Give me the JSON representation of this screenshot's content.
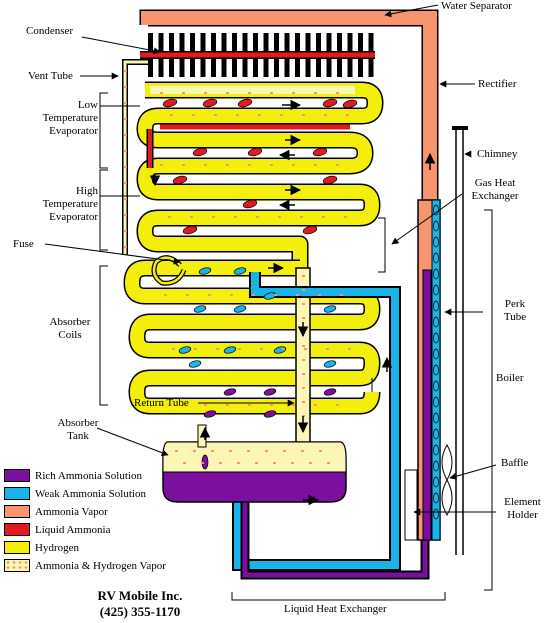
{
  "labels": {
    "water_separator": "Water Separator",
    "condenser": "Condenser",
    "vent_tube": "Vent Tube",
    "rectifier": "Rectifier",
    "low_temp_evap": [
      "Low",
      "Temperature",
      "Evaporator"
    ],
    "chimney": "Chimney",
    "gas_heat_exchanger": [
      "Gas Heat",
      "Exchanger"
    ],
    "high_temp_evap": [
      "High",
      "Temperature",
      "Evaporator"
    ],
    "fuse": "Fuse",
    "absorber_coils": [
      "Absorber",
      "Coils"
    ],
    "perk_tube": [
      "Perk",
      "Tube"
    ],
    "boiler": "Boiler",
    "return_tube": "Return Tube",
    "absorber_tank": [
      "Absorber",
      "Tank"
    ],
    "baffle": "Baffle",
    "element_holder": [
      "Element",
      "Holder"
    ],
    "liquid_heat_exchanger": "Liquid Heat Exchanger"
  },
  "legend": [
    {
      "label": "Rich Ammonia Solution",
      "color": "#7a0fa0"
    },
    {
      "label": "Weak Ammonia Solution",
      "color": "#19b4ea"
    },
    {
      "label": "Ammonia Vapor",
      "color": "#f7956e"
    },
    {
      "label": "Liquid Ammonia",
      "color": "#e11b1b"
    },
    {
      "label": "Hydrogen",
      "color": "#f3ee0b"
    },
    {
      "label": "Ammonia & Hydrogen Vapor",
      "color": "#fbf6b6"
    }
  ],
  "company": {
    "name": "RV Mobile Inc.",
    "phone": "(425) 355-1170"
  }
}
